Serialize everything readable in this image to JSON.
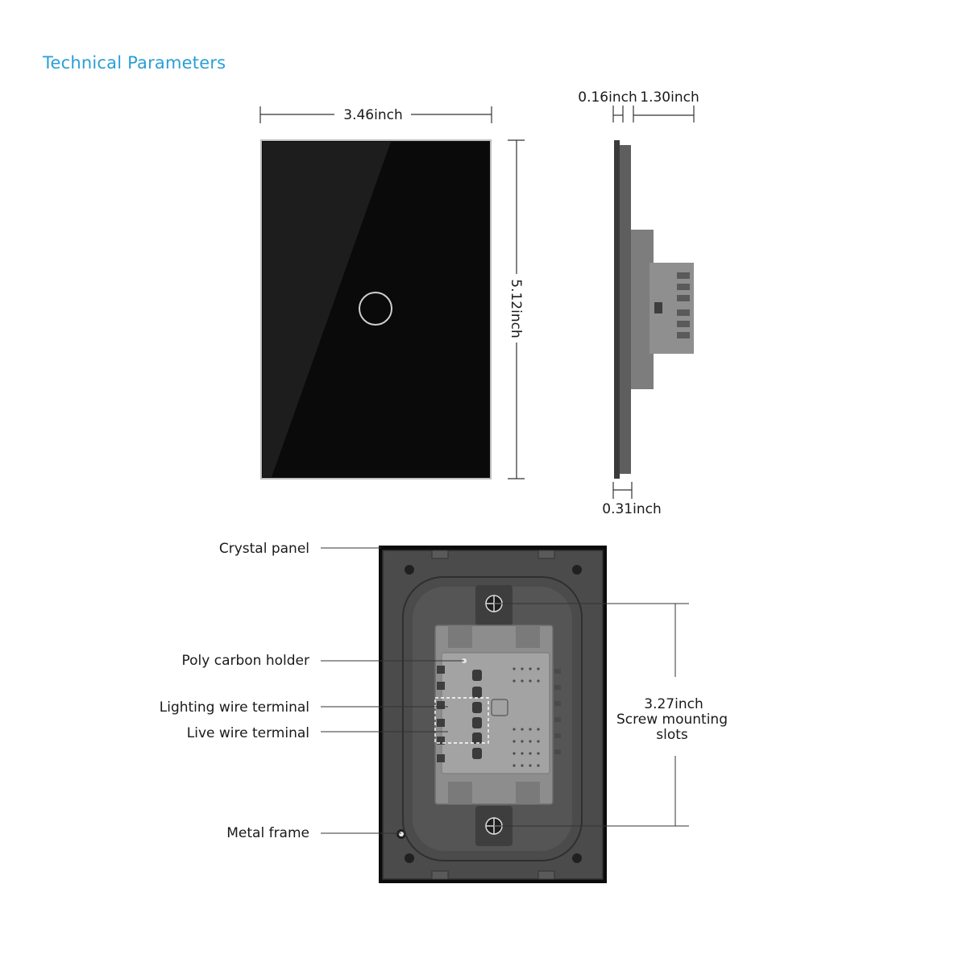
{
  "title": "Technical Parameters",
  "colors": {
    "title": "#2a9fd6",
    "panel": "#0b0b0b",
    "frame": "#4a4a4a",
    "module": "#9a9a9a",
    "line": "#333333"
  },
  "dimensions": {
    "width": "3.46inch",
    "height": "5.12inch",
    "glass_thickness": "0.16inch",
    "depth": "1.30inch",
    "frame_thickness": "0.31inch",
    "screw_distance": "3.27inch",
    "screw_caption_line1": "Screw mounting",
    "screw_caption_line2": "slots"
  },
  "parts": {
    "crystal_panel": "Crystal panel",
    "poly_carbon_holder": "Poly carbon holder",
    "lighting_wire_terminal": "Lighting wire terminal",
    "live_wire_terminal": "Live wire terminal",
    "metal_frame": "Metal frame"
  }
}
